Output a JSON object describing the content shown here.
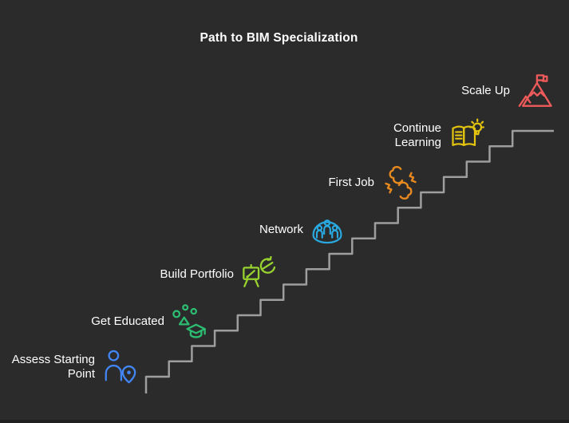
{
  "title": "Path to BIM Specialization",
  "background_color": "#2b2b2b",
  "stair_color": "#9e9e9e",
  "label_color": "#ffffff",
  "stages": [
    {
      "label": "Assess Starting Point",
      "icon": "person-location-icon",
      "color": "#4285f4"
    },
    {
      "label": "Get Educated",
      "icon": "graduation-cap-icon",
      "color": "#2dbd72"
    },
    {
      "label": "Build Portfolio",
      "icon": "easel-refresh-icon",
      "color": "#97d22e"
    },
    {
      "label": "Network",
      "icon": "people-group-icon",
      "color": "#29a9e0"
    },
    {
      "label": "First Job",
      "icon": "handshake-icon",
      "color": "#e7891f"
    },
    {
      "label": "Continue Learning",
      "icon": "book-lightbulb-icon",
      "color": "#e5c50e"
    },
    {
      "label": "Scale Up",
      "icon": "mountain-flag-icon",
      "color": "#ef5a5a"
    }
  ]
}
